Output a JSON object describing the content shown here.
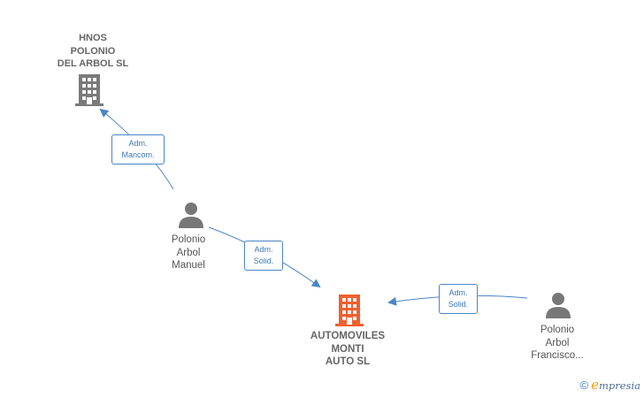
{
  "nodes": {
    "hnos": {
      "name_lines": [
        "HNOS",
        "POLONIO",
        "DEL ARBOL  SL"
      ],
      "icon": "building-icon",
      "color": "#7a7a7a"
    },
    "automoviles": {
      "name_lines": [
        "AUTOMOVILES",
        "MONTI",
        "AUTO  SL"
      ],
      "icon": "building-icon",
      "color": "#f06030"
    },
    "manuel": {
      "name_lines": [
        "Polonio",
        "Arbol",
        "Manuel"
      ],
      "icon": "person-icon",
      "color": "#777777"
    },
    "francisco": {
      "name_lines": [
        "Polonio",
        "Arbol",
        "Francisco..."
      ],
      "icon": "person-icon",
      "color": "#777777"
    }
  },
  "edges": {
    "manuel_hnos": {
      "lines": [
        "Adm.",
        "Mancom."
      ]
    },
    "manuel_automoviles": {
      "lines": [
        "Adm.",
        "Solid."
      ]
    },
    "francisco_automoviles": {
      "lines": [
        "Adm.",
        "Solid."
      ]
    }
  },
  "colors": {
    "edge": "#4a86c8"
  },
  "footer": {
    "copyright_symbol": "©",
    "brand_initial": "e",
    "brand_rest": "mpresia"
  }
}
